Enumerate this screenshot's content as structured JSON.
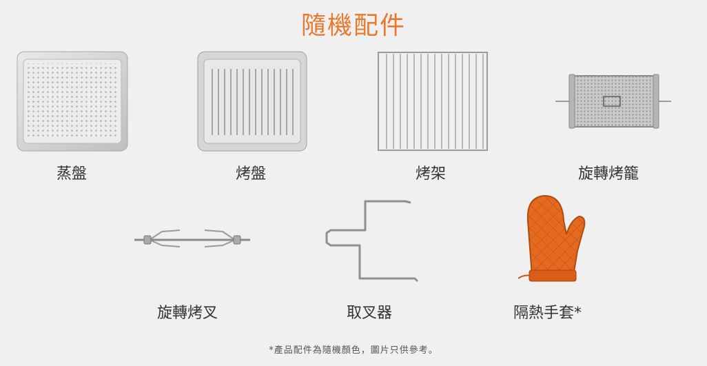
{
  "page": {
    "title": "隨機配件",
    "footnote": "*產品配件為隨機顏色，圖片只供參考。"
  },
  "accessories": [
    {
      "label": "蒸盤",
      "icon": "steam-tray-icon"
    },
    {
      "label": "烤盤",
      "icon": "baking-tray-icon"
    },
    {
      "label": "烤架",
      "icon": "wire-rack-icon"
    },
    {
      "label": "旋轉烤籠",
      "icon": "rotisserie-basket-icon"
    },
    {
      "label": "旋轉烤叉",
      "icon": "rotisserie-fork-icon"
    },
    {
      "label": "取叉器",
      "icon": "fork-lifter-icon"
    },
    {
      "label": "隔熱手套*",
      "icon": "oven-mitt-icon"
    }
  ],
  "colors": {
    "title": "#e8792e",
    "mitt": "#e56a1f",
    "metal": "#bdbdbd"
  }
}
